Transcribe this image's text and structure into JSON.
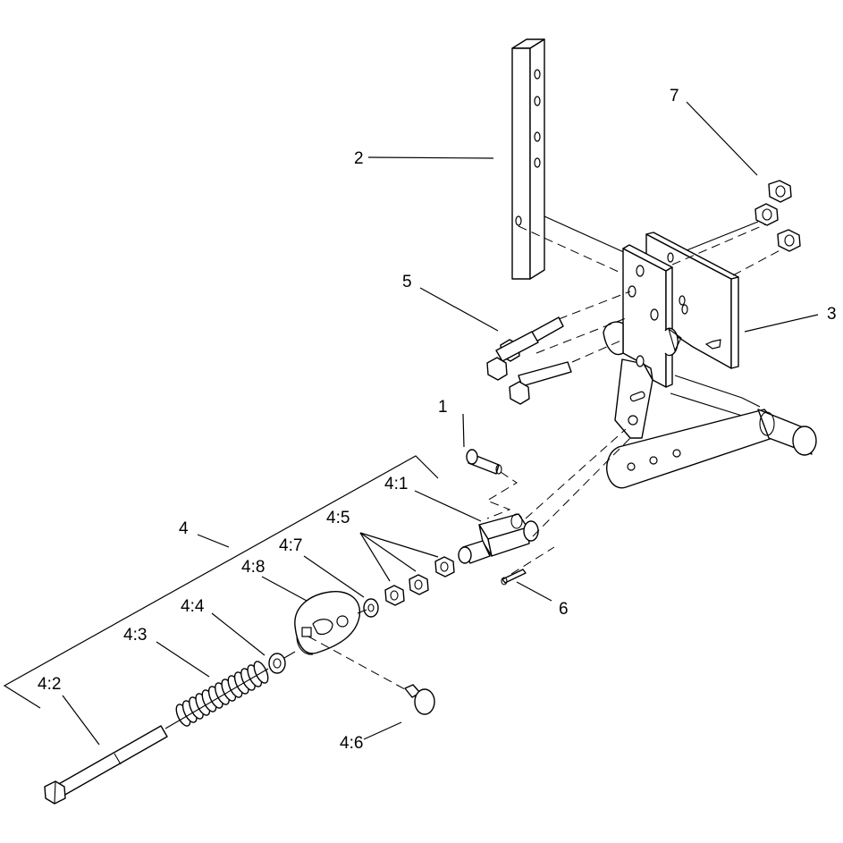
{
  "callouts": {
    "c1": "1",
    "c2": "2",
    "c3": "3",
    "c4": "4",
    "c5": "5",
    "c6": "6",
    "c7": "7",
    "c4_1": "4:1",
    "c4_2": "4:2",
    "c4_3": "4:3",
    "c4_4": "4:4",
    "c4_5": "4:5",
    "c4_6": "4:6",
    "c4_7": "4:7",
    "c4_8": "4:8"
  }
}
